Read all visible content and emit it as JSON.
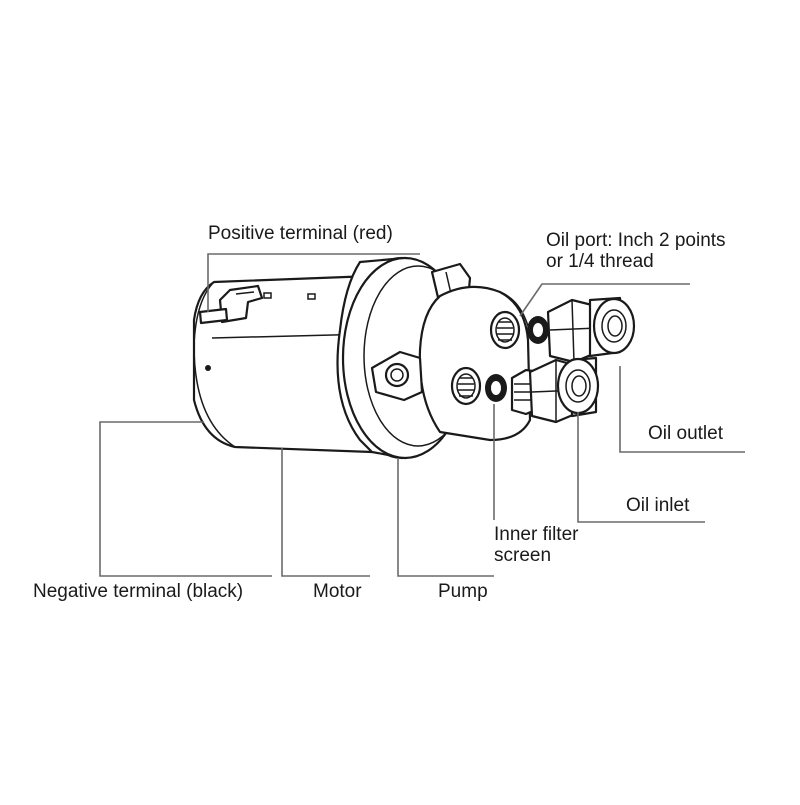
{
  "labels": {
    "positive_terminal": "Positive terminal (red)",
    "oil_port_line1": "Oil port: Inch 2 points",
    "oil_port_line2": "or 1/4 thread",
    "oil_outlet": "Oil outlet",
    "oil_inlet": "Oil inlet",
    "inner_filter_line1": "Inner filter",
    "inner_filter_line2": "screen",
    "negative_terminal": "Negative terminal (black)",
    "motor": "Motor",
    "pump": "Pump"
  },
  "colors": {
    "outline": "#1a1a1a",
    "leader_line": "#6a6a6a",
    "background": "#ffffff"
  }
}
